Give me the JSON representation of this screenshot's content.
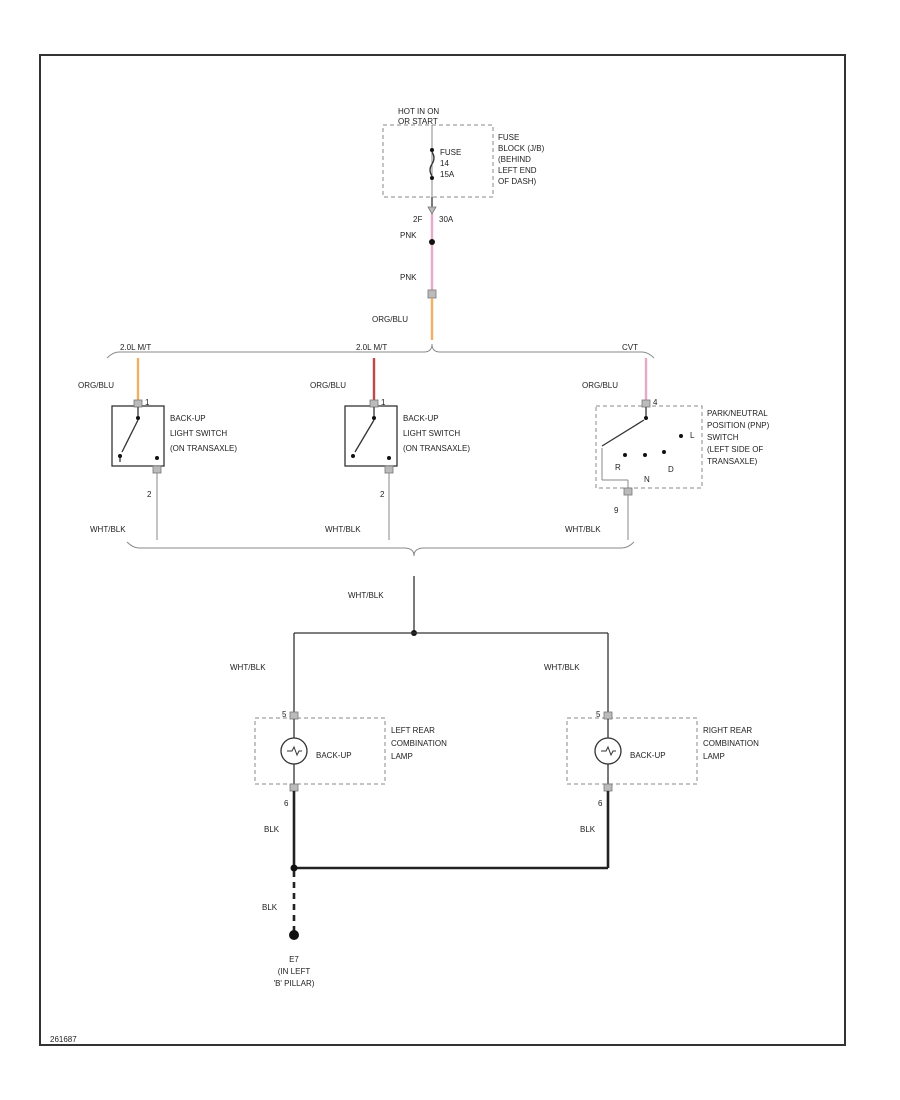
{
  "wire_colors": {
    "pink": "#e8a8c8",
    "orange": "#f0b060",
    "red": "#c04848",
    "ground": "#222222"
  },
  "fuse_block": {
    "hot_label_1": "HOT IN ON",
    "hot_label_2": "OR START",
    "fuse_name": "FUSE",
    "fuse_number": "14",
    "fuse_rating": "15A",
    "desc_1": "FUSE",
    "desc_2": "BLOCK (J/B)",
    "desc_3": "(BEHIND",
    "desc_4": "LEFT END",
    "desc_5": "OF DASH)",
    "connector_1": "2F",
    "connector_2": "30A"
  },
  "wires": {
    "pnk_top": "PNK",
    "pnk_bottom": "PNK",
    "org_blu_main": "ORG/BLU",
    "org_blu_1": "ORG/BLU",
    "org_blu_2": "ORG/BLU",
    "org_blu_3": "ORG/BLU",
    "wht_blk_1": "WHT/BLK",
    "wht_blk_2": "WHT/BLK",
    "wht_blk_3": "WHT/BLK",
    "wht_blk_main": "WHT/BLK",
    "wht_blk_left": "WHT/BLK",
    "wht_blk_right": "WHT/BLK",
    "blk_left": "BLK",
    "blk_right": "BLK",
    "blk_ground": "BLK"
  },
  "branches": {
    "branch_1": "2.0L M/T",
    "branch_2": "2.0L M/T",
    "branch_3": "CVT"
  },
  "switch_1": {
    "line_1": "BACK-UP",
    "line_2": "LIGHT SWITCH",
    "line_3": "(ON TRANSAXLE)",
    "pin_in": "1",
    "pin_out": "2"
  },
  "switch_2": {
    "line_1": "BACK-UP",
    "line_2": "LIGHT SWITCH",
    "line_3": "(ON TRANSAXLE)",
    "pin_in": "1",
    "pin_out": "2"
  },
  "pnp_switch": {
    "line_1": "PARK/NEUTRAL",
    "line_2": "POSITION (PNP)",
    "line_3": "SWITCH",
    "line_4": "(LEFT SIDE OF",
    "line_5": "TRANSAXLE)",
    "pos_r": "R",
    "pos_n": "N",
    "pos_d": "D",
    "pos_l": "L",
    "pin_in": "4",
    "pin_out": "9"
  },
  "left_lamp": {
    "bulb_label": "BACK-UP",
    "line_1": "LEFT REAR",
    "line_2": "COMBINATION",
    "line_3": "LAMP",
    "pin_in": "5",
    "pin_out": "6"
  },
  "right_lamp": {
    "bulb_label": "BACK-UP",
    "line_1": "RIGHT REAR",
    "line_2": "COMBINATION",
    "line_3": "LAMP",
    "pin_in": "5",
    "pin_out": "6"
  },
  "ground": {
    "id": "E7",
    "line_1": "(IN LEFT",
    "line_2": "'B' PILLAR)"
  },
  "figure_id": "261687"
}
